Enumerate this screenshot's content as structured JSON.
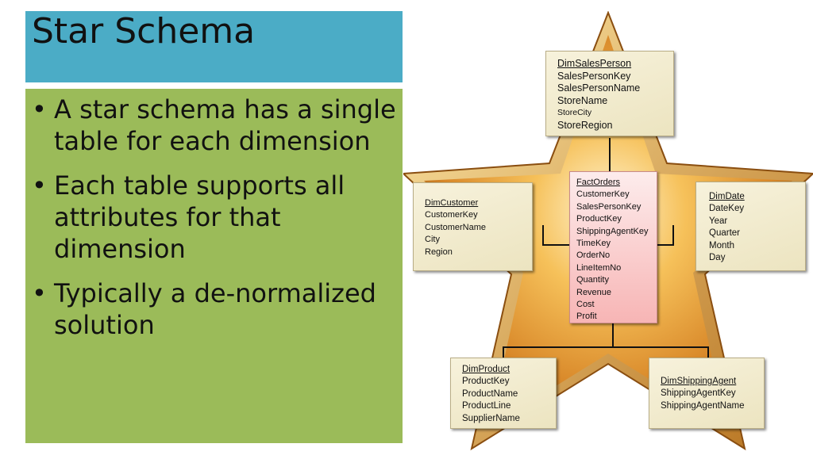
{
  "slide": {
    "title": "Star Schema",
    "bullets": [
      "A star schema has a single table for each dimension",
      "Each table supports all attributes for that dimension",
      "Typically a de-normalized solution"
    ],
    "bullet_symbol": "•"
  },
  "colors": {
    "title_bar": "#4bacc6",
    "content_box": "#9bbb59",
    "dim_table": "#efe8c8",
    "fact_table": "#f9c8c8",
    "star": "#e8a63a"
  },
  "diagram": {
    "fact": {
      "name": "FactOrders",
      "fields": [
        "CustomerKey",
        "SalesPersonKey",
        "ProductKey",
        "ShippingAgentKey",
        "TimeKey",
        "OrderNo",
        "LineItemNo",
        "Quantity",
        "Revenue",
        "Cost",
        "Profit"
      ]
    },
    "sales_person": {
      "name": "DimSalesPerson",
      "fields": [
        "SalesPersonKey",
        "SalesPersonName",
        "StoreName",
        "StoreCity",
        "StoreRegion"
      ]
    },
    "customer": {
      "name": "DimCustomer",
      "fields": [
        "CustomerKey",
        "CustomerName",
        "City",
        "Region"
      ]
    },
    "date": {
      "name": "DimDate",
      "fields": [
        "DateKey",
        "Year",
        "Quarter",
        "Month",
        "Day"
      ]
    },
    "product": {
      "name": "DimProduct",
      "fields": [
        "ProductKey",
        "ProductName",
        "ProductLine",
        "SupplierName"
      ]
    },
    "shipping_agent": {
      "name": "DimShippingAgent",
      "fields": [
        "ShippingAgentKey",
        "ShippingAgentName"
      ]
    }
  }
}
